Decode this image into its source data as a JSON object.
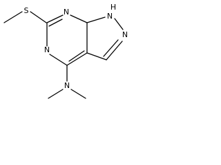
{
  "molecule": {
    "atoms": {
      "s": "S",
      "n_top": "N",
      "n_left": "N",
      "nh": "NH",
      "nh_n": "N",
      "nh_h": "H",
      "n_right": "N",
      "n_amine": "N"
    }
  }
}
